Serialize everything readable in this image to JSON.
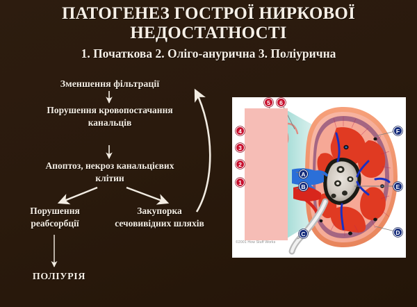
{
  "slide": {
    "background_color": "#2a1a0d",
    "text_color": "#f4ede3",
    "title_line1": "ПАТОГЕНЕЗ ГОСТРОЇ НИРКОВОЇ",
    "title_line2": "НЕДОСТАТНОСТІ",
    "subtitle": "1. Початкова 2. Оліго-анурична 3. Поліурична"
  },
  "flowchart": {
    "nodes": [
      {
        "id": "filtration",
        "text": "Зменшення фільтрації"
      },
      {
        "id": "blood",
        "text": "Порушення кровопостачання канальців"
      },
      {
        "id": "apoptosis",
        "text": "Апоптоз, некроз канальцієвих клітин"
      },
      {
        "id": "reabsorption",
        "text": "Порушення реабсорбції"
      },
      {
        "id": "blockage",
        "text": "Закупорка сечовивідних шляхів"
      },
      {
        "id": "polyuria",
        "text": "ПОЛІУРІЯ"
      }
    ],
    "arrow_color": "#f2ece2"
  },
  "figure": {
    "credit": "©2001 How Stuff Works",
    "numeric_badge_color": "#c8102e",
    "letter_badge_color": "#132a7a",
    "numeric_labels": [
      "1",
      "2",
      "3",
      "4",
      "5",
      "6"
    ],
    "letter_labels": [
      "A",
      "B",
      "C",
      "D",
      "E",
      "F"
    ]
  }
}
